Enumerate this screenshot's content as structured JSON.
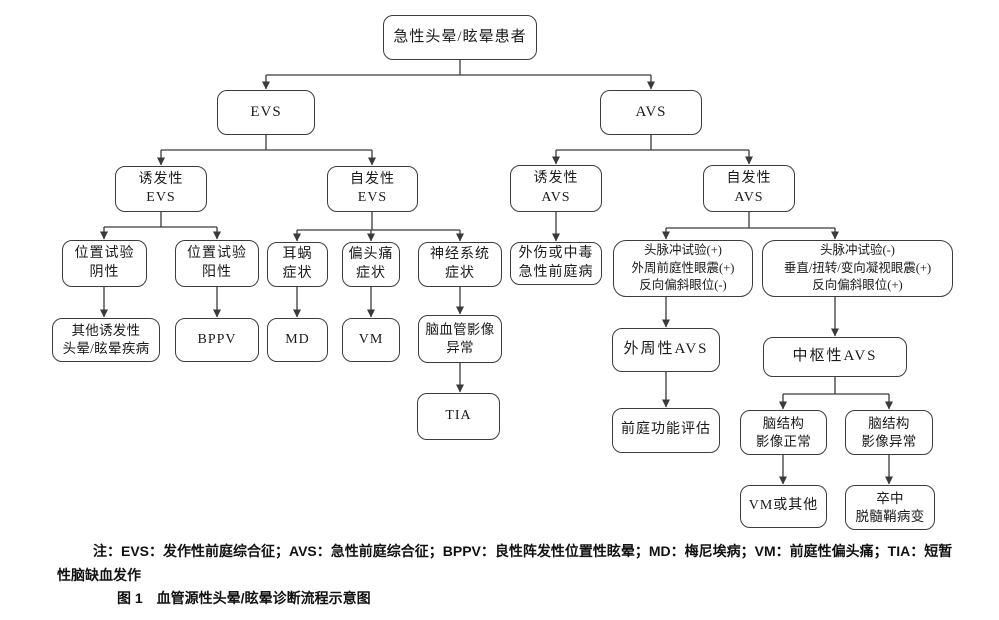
{
  "nodes": {
    "root": {
      "label": "急性头晕/眩晕患者"
    },
    "evs": {
      "label": "EVS"
    },
    "avs": {
      "label": "AVS"
    },
    "induced_evs": {
      "label": "诱发性\nEVS"
    },
    "spontaneous_evs": {
      "label": "自发性\nEVS"
    },
    "position_test_negative": {
      "label": "位置试验\n阴性"
    },
    "position_test_positive": {
      "label": "位置试验\n阳性"
    },
    "cochlear_symptoms": {
      "label": "耳蜗\n症状"
    },
    "migraine_symptoms": {
      "label": "偏头痛\n症状"
    },
    "neurological_symptoms": {
      "label": "神经系统\n症状"
    },
    "other_induced_disease": {
      "label": "其他诱发性\n头晕/眩晕疾病"
    },
    "bppv": {
      "label": "BPPV"
    },
    "md": {
      "label": "MD"
    },
    "vm": {
      "label": "VM"
    },
    "cerebrovascular_imaging_abnormal": {
      "label": "脑血管影像\n异常"
    },
    "tia": {
      "label": "TIA"
    },
    "induced_avs": {
      "label": "诱发性\nAVS"
    },
    "spontaneous_avs": {
      "label": "自发性\nAVS"
    },
    "trauma_or_toxic_vestibulopathy": {
      "label": "外伤或中毒\n急性前庭病"
    },
    "hit_positive": {
      "label": "头脉冲试验(+)\n外周前庭性眼震(+)\n反向偏斜眼位(-)"
    },
    "hit_negative": {
      "label": "头脉冲试验(-)\n垂直/扭转/变向凝视眼震(+)\n反向偏斜眼位(+)"
    },
    "peripheral_avs": {
      "label": "外周性AVS"
    },
    "central_avs": {
      "label": "中枢性AVS"
    },
    "vestibular_function_evaluation": {
      "label": "前庭功能评估"
    },
    "brain_imaging_normal": {
      "label": "脑结构\n影像正常"
    },
    "brain_imaging_abnormal": {
      "label": "脑结构\n影像异常"
    },
    "vm_or_other": {
      "label": "VM或其他"
    },
    "stroke_demyelination": {
      "label": "卒中\n脱髓鞘病变"
    }
  },
  "notes": {
    "line1": "注：EVS：发作性前庭综合征；AVS：急性前庭综合征；BPPV：良性阵发性位置性眩晕；MD：梅尼埃病；VM：前庭性偏头痛；TIA：短暂",
    "line2": "性脑缺血发作",
    "caption": "图 1　血管源性头晕/眩晕诊断流程示意图"
  },
  "colors": {
    "line": "#3a3a3a",
    "text": "#1a1a1a",
    "background": "#ffffff"
  }
}
